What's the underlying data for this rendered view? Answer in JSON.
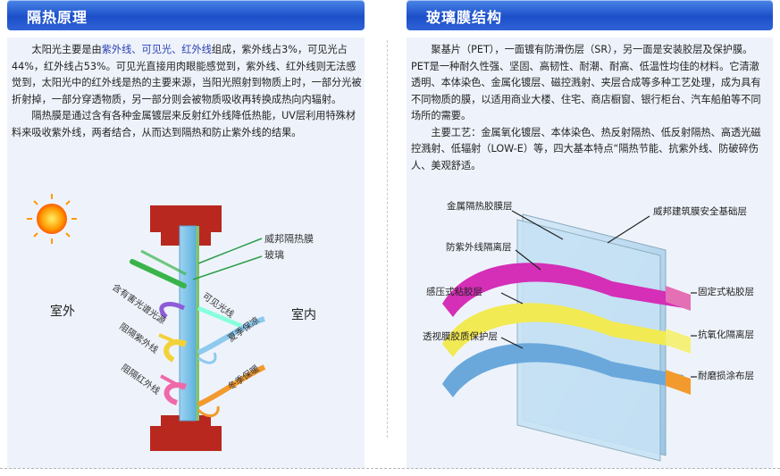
{
  "left": {
    "title": "隔热原理",
    "para1": {
      "prefix": "太阳光主要是由",
      "hl1": "紫外线",
      "sep1": "、",
      "hl2": "可见光",
      "sep2": "、",
      "hl3": "红外线",
      "rest": "组成，紫外线占3%，可见光占44%，红外线占53%。可见光直接用肉眼能感觉到，紫外线、红外线则无法感觉到，太阳光中的红外线是热的主要来源，当阳光照射到物质上时，一部分光被折射掉，一部分穿透物质，另一部分则会被物质吸收再转换成热向内辐射。"
    },
    "para2": "隔热膜是通过含有各种金属镀层来反射红外线降低热能，UV层利用特殊材料来吸收紫外线，两者结合，从而达到隔热和防止紫外线的结果。",
    "diagram": {
      "outdoor": "室外",
      "indoor": "室内",
      "film": "威邦隔热膜",
      "glass": "玻璃",
      "uv_rays": "含有害光谱光源",
      "visible": "可见光线",
      "block_uv": "阻隔紫外线",
      "block_ir": "阻隔红外线",
      "summer": "夏季保凉",
      "winter": "冬季保暖"
    }
  },
  "right": {
    "title": "玻璃膜结构",
    "para1": "聚基片（PET），一面镀有防滑伤层（SR），另一面是安装胶层及保护膜。PET是一种耐久性强、坚固、高韧性、耐潮、耐高、低温性均佳的材料。它清澈透明、本体染色、金属化镀层、磁控溅射、夹层合成等多种工艺处理，成为具有不同物质的膜，以适用商业大楼、住宅、商店橱窗、银行柜台、汽车船舶等不同场所的需要。",
    "para2": "主要工艺：金属氧化镀层、本体染色、热反射隔热、低反射隔热、高透光磁控溅射、低辐射（LOW-E）等，四大基本特点“隔热节能、抗紫外线、防破碎伤人、美观舒适。",
    "layers": {
      "metal": "金属隔热胶膜层",
      "base": "威邦建筑膜安全基础层",
      "uv": "防紫外线隔离层",
      "fixed": "固定式粘胶层",
      "pressure": "感压式粘胶层",
      "oxide": "抗氧化隔离层",
      "protect": "透视膜胶质保护层",
      "scratch": "耐磨损涂布层"
    }
  }
}
